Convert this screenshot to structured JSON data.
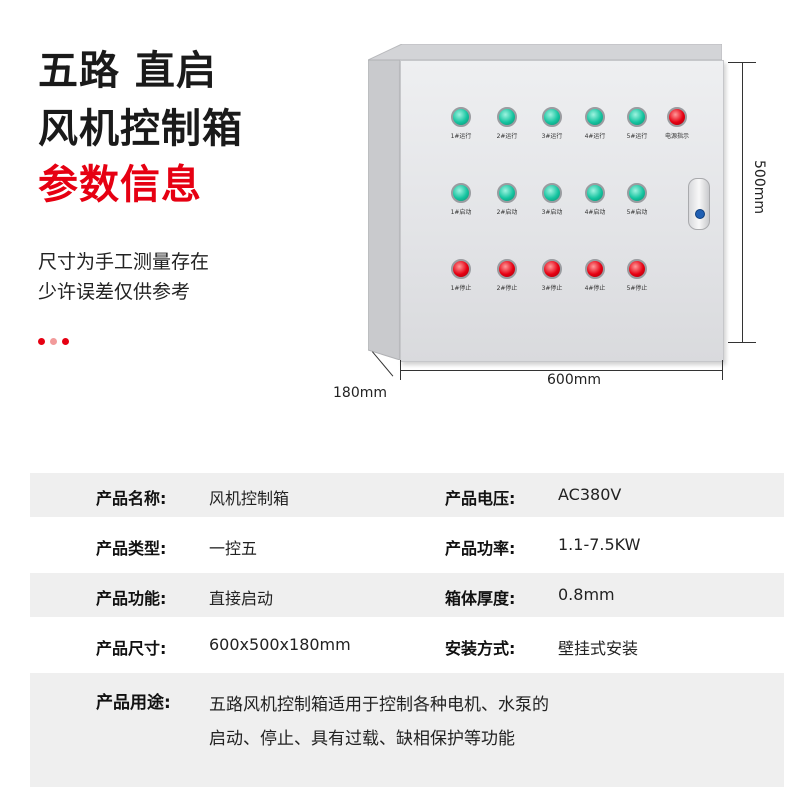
{
  "header": {
    "title_line1": "五路 直启",
    "title_line2": "风机控制箱",
    "title_line3": "参数信息",
    "note_line1": "尺寸为手工测量存在",
    "note_line2": "少许误差仅供参考"
  },
  "colors": {
    "accent": "#e60012",
    "green_lamp": "#15c4a0",
    "red_lamp": "#e60012",
    "row_shade": "#efefef"
  },
  "cabinet": {
    "row1_labels": [
      "1#运行",
      "2#运行",
      "3#运行",
      "4#运行",
      "5#运行",
      "电源指示"
    ],
    "row2_labels": [
      "1#启动",
      "2#启动",
      "3#启动",
      "4#启动",
      "5#启动"
    ],
    "row3_labels": [
      "1#停止",
      "2#停止",
      "3#停止",
      "4#停止",
      "5#停止"
    ]
  },
  "dimensions": {
    "height": "500mm",
    "width": "600mm",
    "depth": "180mm"
  },
  "specs": [
    {
      "k1": "产品名称:",
      "v1": "风机控制箱",
      "k2": "产品电压:",
      "v2": "AC380V"
    },
    {
      "k1": "产品类型:",
      "v1": "一控五",
      "k2": "产品功率:",
      "v2": "1.1-7.5KW"
    },
    {
      "k1": "产品功能:",
      "v1": "直接启动",
      "k2": "箱体厚度:",
      "v2": "0.8mm"
    },
    {
      "k1": "产品尺寸:",
      "v1": "600x500x180mm",
      "k2": "安装方式:",
      "v2": "壁挂式安装"
    }
  ],
  "usage": {
    "label": "产品用途:",
    "line1": "五路风机控制箱适用于控制各种电机、水泵的",
    "line2": "启动、停止、具有过载、缺相保护等功能"
  }
}
